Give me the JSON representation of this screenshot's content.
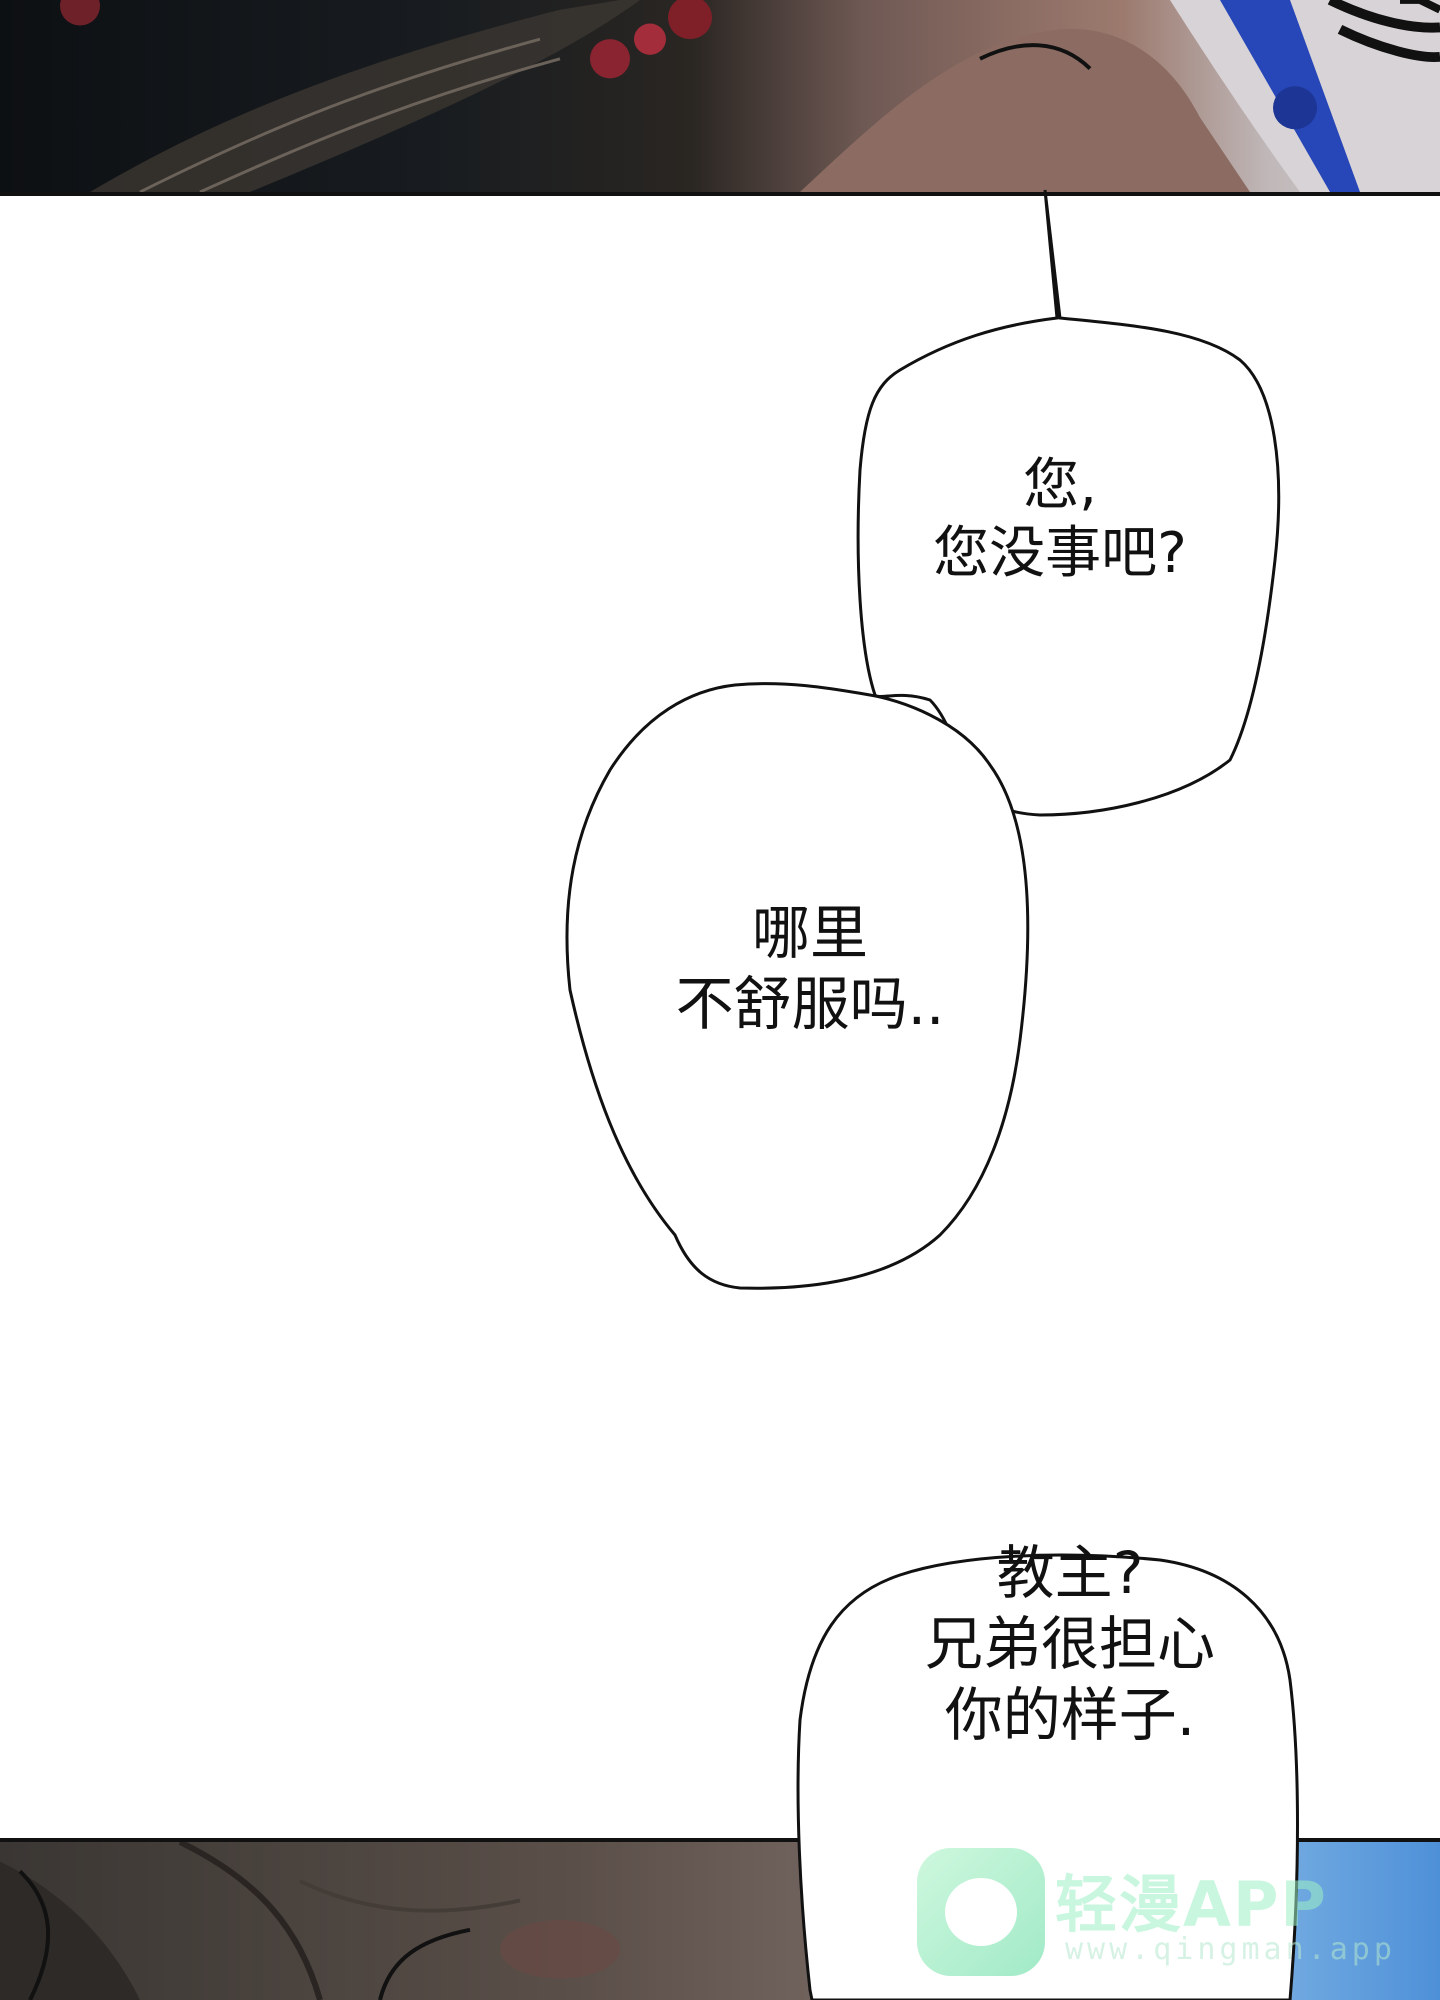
{
  "bubbles": {
    "bubble1": {
      "text": "您,\n您没事吧?"
    },
    "bubble2": {
      "text": "哪里\n不舒服吗.."
    },
    "bubble3": {
      "text": "教主?\n兄弟很担心\n你的样子."
    }
  },
  "watermark": {
    "brand": "轻漫APP",
    "url": "www.qingman.app"
  },
  "colors": {
    "ink": "#111111",
    "paper": "#ffffff",
    "watermark_green": "#9ef0c4"
  }
}
